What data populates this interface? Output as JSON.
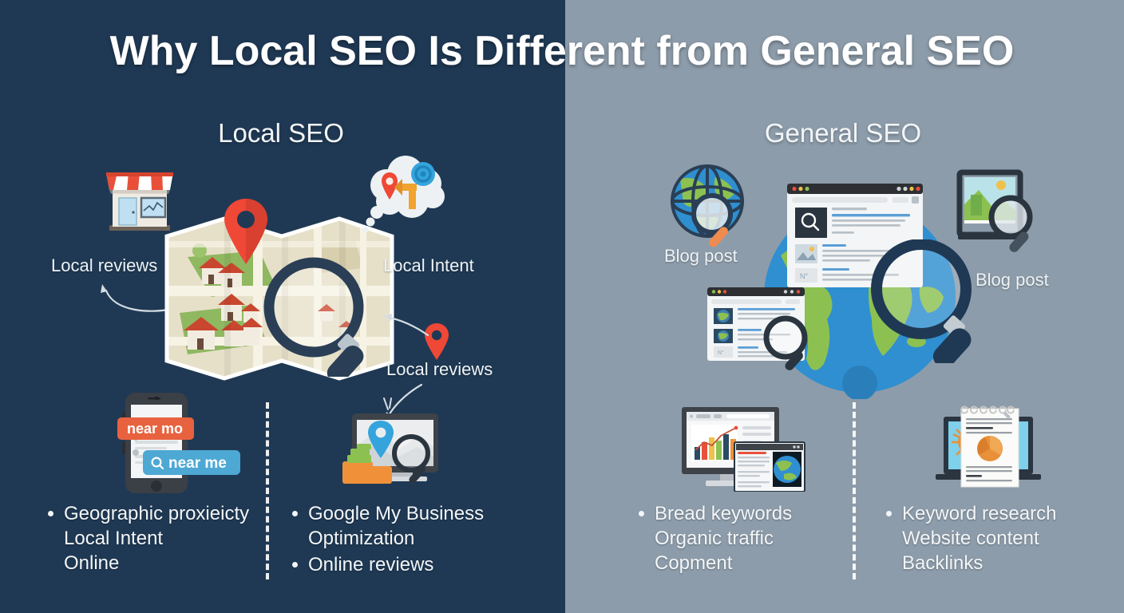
{
  "title": "Why Local SEO Is Different from General SEO",
  "panels": {
    "left": {
      "heading": "Local SEO",
      "bg_color": "#1f3954",
      "labels": {
        "local_reviews_store": "Local reviews",
        "local_intent": "Local Intent",
        "local_reviews_pin": "Local reviews"
      },
      "phone": {
        "tag": "near mo",
        "search_pill": "near me"
      },
      "bullets": [
        {
          "lines": [
            "Geographic proxieicty",
            "Local Intent",
            "Online"
          ]
        },
        {
          "lines": [
            "Google My Business",
            "Optimization"
          ]
        },
        {
          "lines": [
            "Online reviews"
          ]
        }
      ]
    },
    "right": {
      "heading": "General SEO",
      "bg_color": "#8d9caa",
      "labels": {
        "blog_post_globe": "Blog post",
        "blog_post_tablet": "Blog post"
      },
      "bullets": [
        {
          "lines": [
            "Bread keywords",
            "Organic traffic",
            "Copment"
          ]
        },
        {
          "lines": [
            "Keyword research",
            "Website content",
            "Backlinks"
          ]
        }
      ]
    }
  },
  "colors": {
    "navy": "#1f3954",
    "slate": "#8d9caa",
    "pin_red": "#ef4836",
    "accent_orange": "#f0913a",
    "accent_blue": "#35a4dc",
    "map_paper": "#e9e2cc",
    "map_green": "#86b15a",
    "globe_blue": "#2f8fd0",
    "globe_green": "#8cc152",
    "magnifier_dark": "#27394c",
    "text_white": "#f3f6f8"
  }
}
